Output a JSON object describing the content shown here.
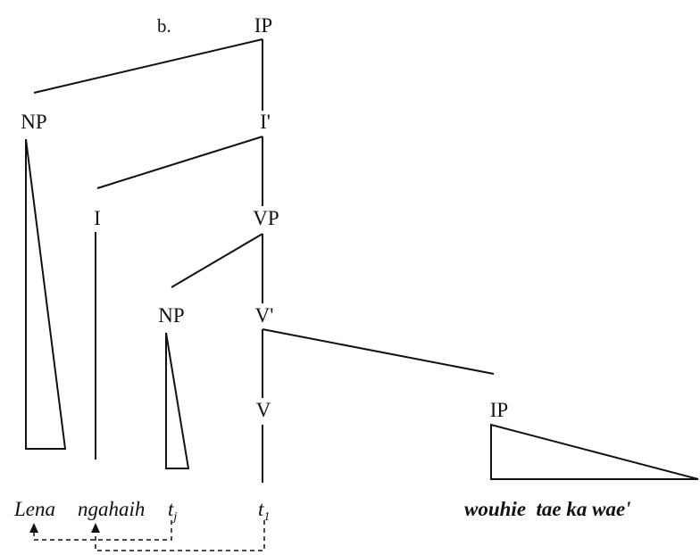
{
  "example_label": "b.",
  "nodes": {
    "ip_root": "IP",
    "np_subject": "NP",
    "i_bar": "I'",
    "i_head": "I",
    "vp": "VP",
    "np_object": "NP",
    "v_bar": "V'",
    "v_head": "V",
    "ip_embedded": "IP"
  },
  "terminals": {
    "subject": "Lena",
    "verb": "ngahaih",
    "trace_j_base": "t",
    "trace_j_index": "j",
    "trace_1_base": "t",
    "trace_1_index": "1",
    "embedded_clause": "wouhie  tae ka wae'"
  }
}
